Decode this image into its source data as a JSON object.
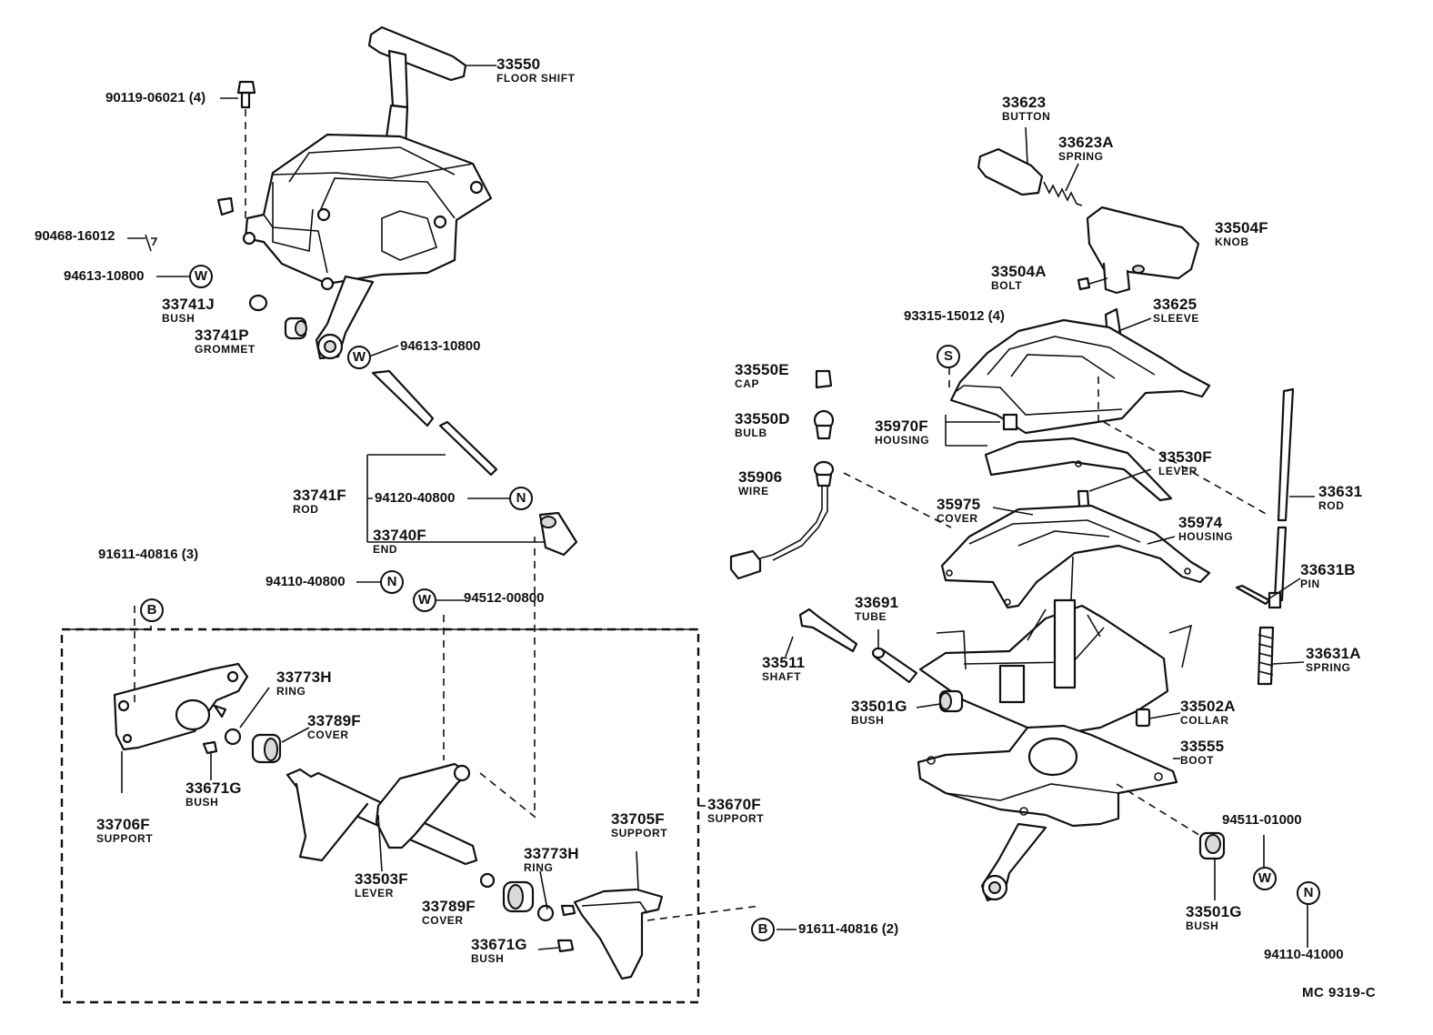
{
  "parts": [
    {
      "id": "p33550",
      "number": "33550",
      "name": "FLOOR SHIFT"
    },
    {
      "id": "p33623",
      "number": "33623",
      "name": "BUTTON"
    },
    {
      "id": "p33623A",
      "number": "33623A",
      "name": "SPRING"
    },
    {
      "id": "p33504F",
      "number": "33504F",
      "name": "KNOB"
    },
    {
      "id": "p33504A",
      "number": "33504A",
      "name": "BOLT"
    },
    {
      "id": "p33625",
      "number": "33625",
      "name": "SLEEVE"
    },
    {
      "id": "p33550E",
      "number": "33550E",
      "name": "CAP"
    },
    {
      "id": "p33550D",
      "number": "33550D",
      "name": "BULB"
    },
    {
      "id": "p35970F",
      "number": "35970F",
      "name": "HOUSING"
    },
    {
      "id": "p33530F",
      "number": "33530F",
      "name": "LEVER"
    },
    {
      "id": "p35906",
      "number": "35906",
      "name": "WIRE"
    },
    {
      "id": "p35975",
      "number": "35975",
      "name": "COVER"
    },
    {
      "id": "p35974",
      "number": "35974",
      "name": "HOUSING"
    },
    {
      "id": "p33631",
      "number": "33631",
      "name": "ROD"
    },
    {
      "id": "p33631B",
      "number": "33631B",
      "name": "PIN"
    },
    {
      "id": "p33631A",
      "number": "33631A",
      "name": "SPRING"
    },
    {
      "id": "p33691",
      "number": "33691",
      "name": "TUBE"
    },
    {
      "id": "p33511",
      "number": "33511",
      "name": "SHAFT"
    },
    {
      "id": "p33501G_a",
      "number": "33501G",
      "name": "BUSH"
    },
    {
      "id": "p33502A",
      "number": "33502A",
      "name": "COLLAR"
    },
    {
      "id": "p33555",
      "number": "33555",
      "name": "BOOT"
    },
    {
      "id": "p33501G_b",
      "number": "33501G",
      "name": "BUSH"
    },
    {
      "id": "p33741J",
      "number": "33741J",
      "name": "BUSH"
    },
    {
      "id": "p33741P",
      "number": "33741P",
      "name": "GROMMET"
    },
    {
      "id": "p33741F",
      "number": "33741F",
      "name": "ROD"
    },
    {
      "id": "p33740F",
      "number": "33740F",
      "name": "END"
    },
    {
      "id": "p33773H_a",
      "number": "33773H",
      "name": "RING"
    },
    {
      "id": "p33789F_a",
      "number": "33789F",
      "name": "COVER"
    },
    {
      "id": "p33671G_a",
      "number": "33671G",
      "name": "BUSH"
    },
    {
      "id": "p33706F",
      "number": "33706F",
      "name": "SUPPORT"
    },
    {
      "id": "p33503F",
      "number": "33503F",
      "name": "LEVER"
    },
    {
      "id": "p33705F",
      "number": "33705F",
      "name": "SUPPORT"
    },
    {
      "id": "p33670F",
      "number": "33670F",
      "name": "SUPPORT"
    },
    {
      "id": "p33773H_b",
      "number": "33773H",
      "name": "RING"
    },
    {
      "id": "p33789F_b",
      "number": "33789F",
      "name": "COVER"
    },
    {
      "id": "p33671G_b",
      "number": "33671G",
      "name": "BUSH"
    }
  ],
  "refs": [
    {
      "id": "r1",
      "text": "90119-06021 (4)"
    },
    {
      "id": "r2",
      "text": "90468-16012"
    },
    {
      "id": "r3",
      "text": "94613-10800"
    },
    {
      "id": "r4",
      "text": "94613-10800"
    },
    {
      "id": "r5",
      "text": "94120-40800"
    },
    {
      "id": "r6",
      "text": "91611-40816 (3)"
    },
    {
      "id": "r7",
      "text": "94110-40800"
    },
    {
      "id": "r8",
      "text": "94512-00800"
    },
    {
      "id": "r9",
      "text": "93315-15012 (4)"
    },
    {
      "id": "r10",
      "text": "94511-01000"
    },
    {
      "id": "r11",
      "text": "94110-41000"
    },
    {
      "id": "r12",
      "text": "91611-40816 (2)"
    }
  ],
  "symbols": {
    "washer": "W",
    "nut": "N",
    "bolt": "B",
    "screw": "S"
  },
  "footer": {
    "code": "MC  9319-C"
  }
}
